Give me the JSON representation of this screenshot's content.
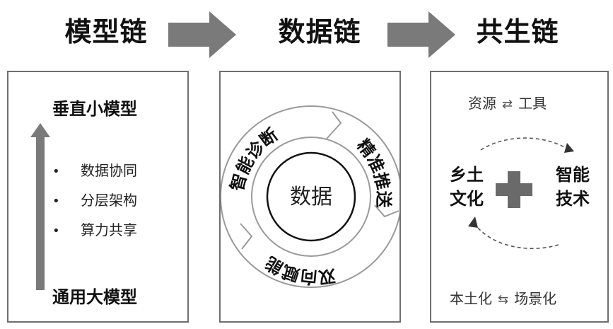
{
  "chains": {
    "model": "模型链",
    "data": "数据链",
    "symbiosis": "共生链"
  },
  "model_panel": {
    "top": "垂直小模型",
    "bottom": "通用大模型",
    "bullets": [
      "数据协同",
      "分层架构",
      "算力共享"
    ]
  },
  "data_panel": {
    "center": "数据",
    "segments": [
      "智能诊断",
      "精准推送",
      "双向赋能"
    ]
  },
  "symbiosis_panel": {
    "top_left": "资源",
    "top_right": "工具",
    "left": [
      "乡土",
      "文化"
    ],
    "right": [
      "智能",
      "技术"
    ],
    "bottom_left": "本土化",
    "bottom_right": "场景化"
  },
  "colors": {
    "arrow": "#7a7a7a",
    "ring": "#ffffff",
    "plus": "#6a6a6a",
    "border": "#6f6f6f"
  }
}
